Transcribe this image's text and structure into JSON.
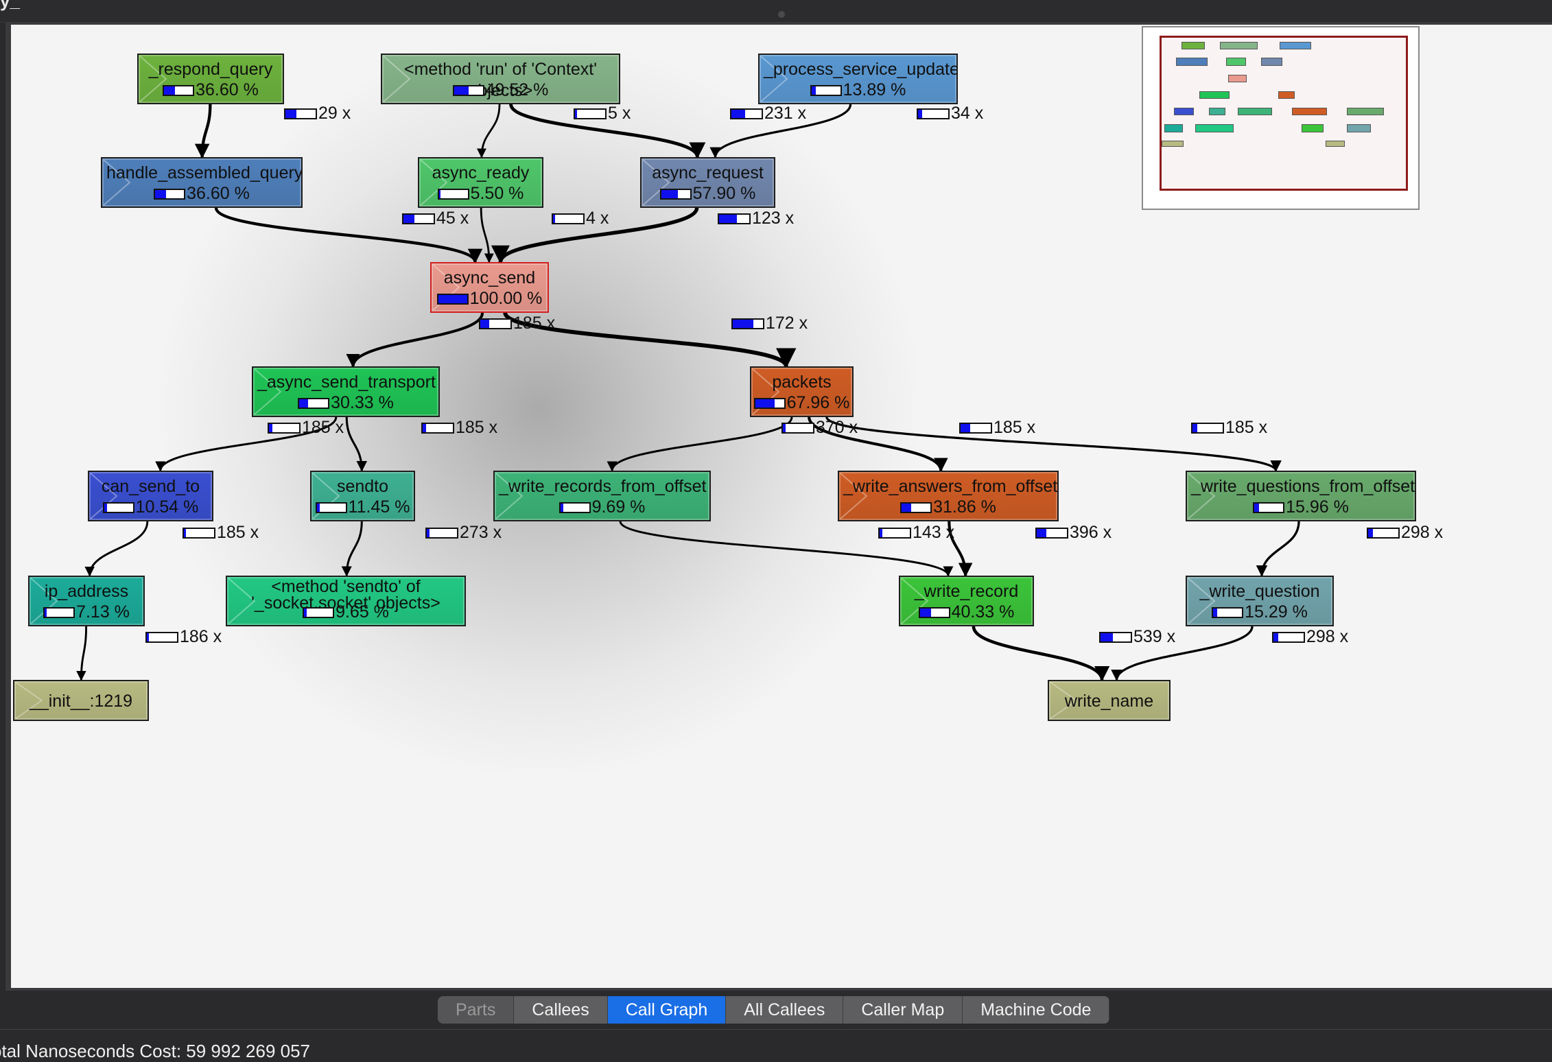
{
  "window": {
    "title_fragment": "y_"
  },
  "tabs": [
    {
      "id": "parts",
      "label": "Parts",
      "state": "disabled"
    },
    {
      "id": "callees",
      "label": "Callees",
      "state": "normal"
    },
    {
      "id": "call-graph",
      "label": "Call Graph",
      "state": "active"
    },
    {
      "id": "all-callees",
      "label": "All Callees",
      "state": "normal"
    },
    {
      "id": "caller-map",
      "label": "Caller Map",
      "state": "normal"
    },
    {
      "id": "machine-code",
      "label": "Machine Code",
      "state": "normal"
    }
  ],
  "status": {
    "text": "otal Nanoseconds Cost: 59 992 269 057"
  },
  "colors": {
    "accent": "#1a6ee6",
    "selected_border": "#d02020",
    "bar_fill": "#1010ee",
    "minimap_view_border": "#8e1a1a"
  },
  "graph": {
    "nodes": [
      {
        "id": "respond_query",
        "label": "_respond_query",
        "cost": "36.60 %",
        "fraction": 0.366,
        "color": "#6db23e"
      },
      {
        "id": "method_run",
        "label": "<method 'run' of 'Context' objects>",
        "cost": "49.52 %",
        "fraction": 0.4952,
        "color": "#86b48a"
      },
      {
        "id": "process_service_update",
        "label": "_process_service_update",
        "cost": "13.89 %",
        "fraction": 0.1389,
        "color": "#5a98d2"
      },
      {
        "id": "handle_assembled_query",
        "label": "handle_assembled_query",
        "cost": "36.60 %",
        "fraction": 0.366,
        "color": "#4f7fba"
      },
      {
        "id": "async_ready",
        "label": "async_ready",
        "cost": "5.50 %",
        "fraction": 0.055,
        "color": "#4fc66a"
      },
      {
        "id": "async_request",
        "label": "async_request",
        "cost": "57.90 %",
        "fraction": 0.579,
        "color": "#7187ad"
      },
      {
        "id": "async_send",
        "label": "async_send",
        "cost": "100.00 %",
        "fraction": 1.0,
        "color": "#ea9a8e",
        "selected": true
      },
      {
        "id": "async_send_transport",
        "label": "_async_send_transport",
        "cost": "30.33 %",
        "fraction": 0.3033,
        "color": "#1fc456"
      },
      {
        "id": "packets",
        "label": "packets",
        "cost": "67.96 %",
        "fraction": 0.6796,
        "color": "#cf5c25"
      },
      {
        "id": "can_send_to",
        "label": "can_send_to",
        "cost": "10.54 %",
        "fraction": 0.1054,
        "color": "#3a4fd0"
      },
      {
        "id": "sendto",
        "label": "sendto",
        "cost": "11.45 %",
        "fraction": 0.1145,
        "color": "#3eb092"
      },
      {
        "id": "write_records_from_offset",
        "label": "_write_records_from_offset",
        "cost": "9.69 %",
        "fraction": 0.0969,
        "color": "#3db378"
      },
      {
        "id": "write_answers_from_offset",
        "label": "_write_answers_from_offset",
        "cost": "31.86 %",
        "fraction": 0.3186,
        "color": "#cf5c25"
      },
      {
        "id": "write_questions_from_offset",
        "label": "_write_questions_from_offset",
        "cost": "15.96 %",
        "fraction": 0.1596,
        "color": "#68aa6c"
      },
      {
        "id": "ip_address",
        "label": "ip_address",
        "cost": "7.13 %",
        "fraction": 0.0713,
        "color": "#1cab99"
      },
      {
        "id": "method_sendto",
        "label": "<method 'sendto' of '_socket.socket' objects>",
        "cost": "9.65 %",
        "fraction": 0.0965,
        "color": "#22c883"
      },
      {
        "id": "write_record",
        "label": "_write_record",
        "cost": "40.33 %",
        "fraction": 0.4033,
        "color": "#3cc43a"
      },
      {
        "id": "write_question",
        "label": "_write_question",
        "cost": "15.29 %",
        "fraction": 0.1529,
        "color": "#72a4ac"
      },
      {
        "id": "init_1219",
        "label": "__init__:1219",
        "cost": "",
        "fraction": 0,
        "color": "#b8ba82"
      },
      {
        "id": "write_name",
        "label": "write_name",
        "cost": "",
        "fraction": 0,
        "color": "#b8ba82"
      }
    ],
    "edges": [
      {
        "from": "respond_query",
        "to": "handle_assembled_query",
        "calls": "29 x",
        "fraction": 0.366
      },
      {
        "from": "method_run",
        "to": "async_ready",
        "calls": "5 x",
        "fraction": 0.055
      },
      {
        "from": "method_run",
        "to": "async_request",
        "calls": "231 x",
        "fraction": 0.45
      },
      {
        "from": "process_service_update",
        "to": "async_request",
        "calls": "34 x",
        "fraction": 0.1389
      },
      {
        "from": "handle_assembled_query",
        "to": "async_send",
        "calls": "45 x",
        "fraction": 0.366
      },
      {
        "from": "async_ready",
        "to": "async_send",
        "calls": "4 x",
        "fraction": 0.055
      },
      {
        "from": "async_request",
        "to": "async_send",
        "calls": "123 x",
        "fraction": 0.579
      },
      {
        "from": "async_send",
        "to": "async_send_transport",
        "calls": "185 x",
        "fraction": 0.3033
      },
      {
        "from": "async_send",
        "to": "packets",
        "calls": "172 x",
        "fraction": 0.6796
      },
      {
        "from": "async_send_transport",
        "to": "can_send_to",
        "calls": "185 x",
        "fraction": 0.1054
      },
      {
        "from": "async_send_transport",
        "to": "sendto",
        "calls": "185 x",
        "fraction": 0.1145
      },
      {
        "from": "packets",
        "to": "write_records_from_offset",
        "calls": "370 x",
        "fraction": 0.0969
      },
      {
        "from": "packets",
        "to": "write_answers_from_offset",
        "calls": "185 x",
        "fraction": 0.3186
      },
      {
        "from": "packets",
        "to": "write_questions_from_offset",
        "calls": "185 x",
        "fraction": 0.1596
      },
      {
        "from": "can_send_to",
        "to": "ip_address",
        "calls": "185 x",
        "fraction": 0.0713
      },
      {
        "from": "sendto",
        "to": "method_sendto",
        "calls": "273 x",
        "fraction": 0.0965
      },
      {
        "from": "write_records_from_offset",
        "to": "write_record",
        "calls": "143 x",
        "fraction": 0.0969
      },
      {
        "from": "write_answers_from_offset",
        "to": "write_record",
        "calls": "396 x",
        "fraction": 0.3186
      },
      {
        "from": "write_questions_from_offset",
        "to": "write_question",
        "calls": "298 x",
        "fraction": 0.1529
      },
      {
        "from": "ip_address",
        "to": "init_1219",
        "calls": "186 x",
        "fraction": 0.0713
      },
      {
        "from": "write_record",
        "to": "write_name",
        "calls": "539 x",
        "fraction": 0.4033
      },
      {
        "from": "write_question",
        "to": "write_name",
        "calls": "298 x",
        "fraction": 0.1529
      }
    ]
  }
}
